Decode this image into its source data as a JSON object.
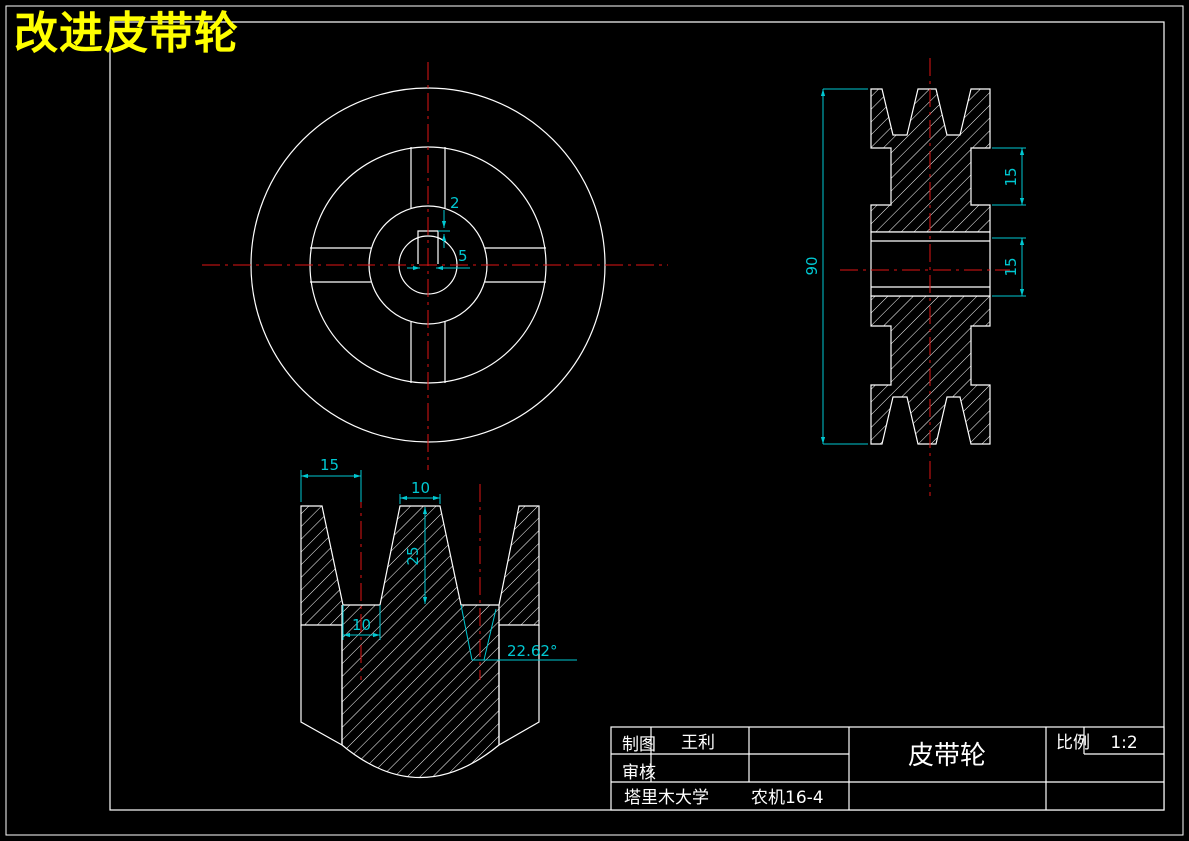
{
  "sheet": {
    "title": "改进皮带轮"
  },
  "dimensions": {
    "keyway_depth": "2",
    "bore_label": "5",
    "side_height": "90",
    "groove_width_top": "15",
    "groove_width_bottom": "15",
    "detail_pitch": "15",
    "detail_top_width": "10",
    "detail_depth": "25",
    "detail_bottom_width": "10",
    "detail_angle": "22.62°"
  },
  "title_block": {
    "row_made": "制图",
    "row_checked": "审核",
    "drafter": "王利",
    "part_name": "皮带轮",
    "scale_label": "比例",
    "scale_value": "1:2",
    "school": "塔里木大学",
    "class_code": "农机16-4"
  },
  "colors": {
    "title": "#ffff00",
    "outline": "#ffffff",
    "centerline": "#e01414",
    "dimension": "#00c8d2",
    "background": "#000000"
  }
}
